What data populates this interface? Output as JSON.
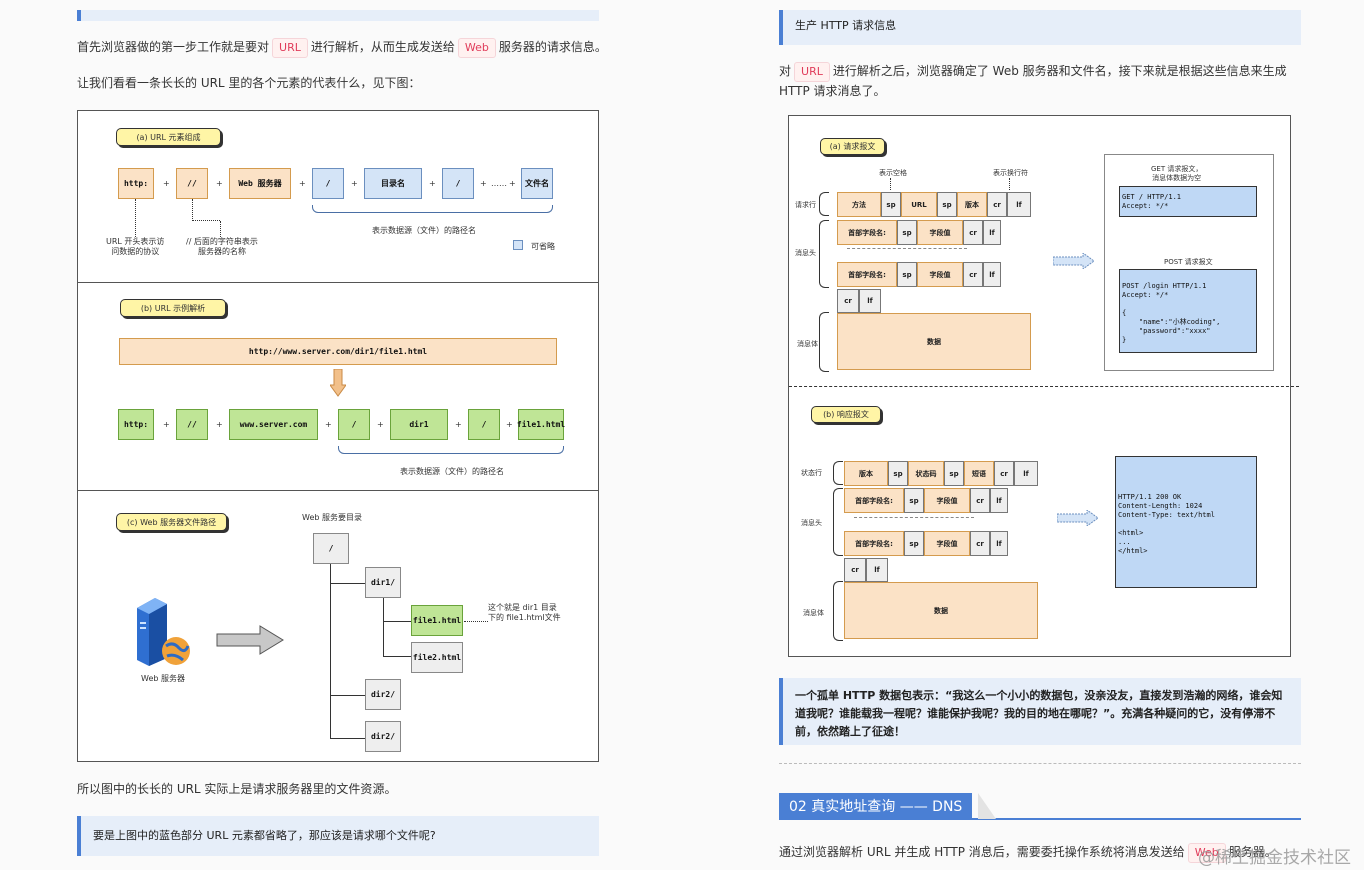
{
  "left": {
    "para1_a": "首先浏览器做的第一步工作就是要对",
    "para1_tag1": "URL",
    "para1_b": "进行解析，从而生成发送给",
    "para1_tag2": "Web",
    "para1_c": "服务器的请求信息。",
    "para2": "让我们看看一条长长的 URL 里的各个元素的代表什么，见下图：",
    "fig_a": {
      "title": "(a)  URL 元素组成",
      "boxes": [
        "http:",
        "//",
        "Web 服务器",
        "/",
        "目录名",
        "/",
        "文件名"
      ],
      "dots": "……",
      "note1": "URL 开头表示访\n问数据的协议",
      "note2": "// 后面的字符串表示\n服务器的名称",
      "path_note": "表示数据源（文件）的路径名",
      "optional": "可省略"
    },
    "fig_b": {
      "title": "(b)  URL 示例解析",
      "url": "http://www.server.com/dir1/file1.html",
      "boxes": [
        "http:",
        "//",
        "www.server.com",
        "/",
        "dir1",
        "/",
        "file1.html"
      ],
      "path_note": "表示数据源（文件）的路径名"
    },
    "fig_c": {
      "title": "(c)  Web 服务器文件路径",
      "root_label": "Web 服务要目录",
      "root": "/",
      "dir1": "dir1/",
      "file1": "file1.html",
      "file2": "file2.html",
      "dir2a": "dir2/",
      "dir2b": "dir2/",
      "server_label": "Web 服务器",
      "note": "这个就是 dir1 目录\n下的 file1.html文件"
    },
    "para3": "所以图中的长长的 URL 实际上是请求服务器里的文件资源。",
    "quote": "要是上图中的蓝色部分 URL 元素都省略了，那应该是请求哪个文件呢?"
  },
  "right": {
    "header": "生产 HTTP 请求信息",
    "para_a": "对",
    "para_tag": "URL",
    "para_b": "进行解析之后，浏览器确定了 Web 服务器和文件名，接下来就是根据这些信息来生成 HTTP 请求消息了。",
    "req": {
      "title": "(a) 请求报文",
      "space_note": "表示空格",
      "crlf_note": "表示换行符",
      "row_request": "请求行",
      "row_header": "消息头",
      "row_body": "消息体",
      "line1": [
        "方法",
        "sp",
        "URL",
        "sp",
        "版本",
        "cr",
        "lf"
      ],
      "hdr": [
        "首部字段名:",
        "sp",
        "字段值",
        "cr",
        "lf"
      ],
      "crlf": [
        "cr",
        "lf"
      ],
      "body": "数据",
      "get_title": "GET 请求报文，\n消息体数据为空",
      "get_code": "GET / HTTP/1.1\nAccept: */*",
      "post_title": "POST 请求报文",
      "post_code": "POST /login HTTP/1.1\nAccept: */*\n\n{\n    \"name\":\"小林coding\",\n    \"password\":\"xxxx\"\n}"
    },
    "resp": {
      "title": "(b) 响应报文",
      "row_status": "状态行",
      "row_header": "消息头",
      "row_body": "消息体",
      "line1": [
        "版本",
        "sp",
        "状态码",
        "sp",
        "短语",
        "cr",
        "lf"
      ],
      "hdr": [
        "首部字段名:",
        "sp",
        "字段值",
        "cr",
        "lf"
      ],
      "crlf": [
        "cr",
        "lf"
      ],
      "body": "数据",
      "code": "HTTP/1.1 200 OK\nContent-Length: 1024\nContent-Type: text/html\n\n<html>\n...\n</html>"
    },
    "quote": "一个孤单 HTTP 数据包表示：“我这么一个小小的数据包，没亲没友，直接发到浩瀚的网络，谁会知道我呢？谁能载我一程呢？谁能保护我呢？我的目的地在哪呢？”。充满各种疑问的它，没有停滞不前，依然踏上了征途！",
    "section": "02 真实地址查询 —— DNS",
    "last_a": "通过浏览器解析 URL 并生成 HTTP 消息后，需要委托操作系统将消息发送给",
    "last_tag": "Web",
    "last_b": "服务器。",
    "watermark": "@稀土掘金技术社区"
  }
}
